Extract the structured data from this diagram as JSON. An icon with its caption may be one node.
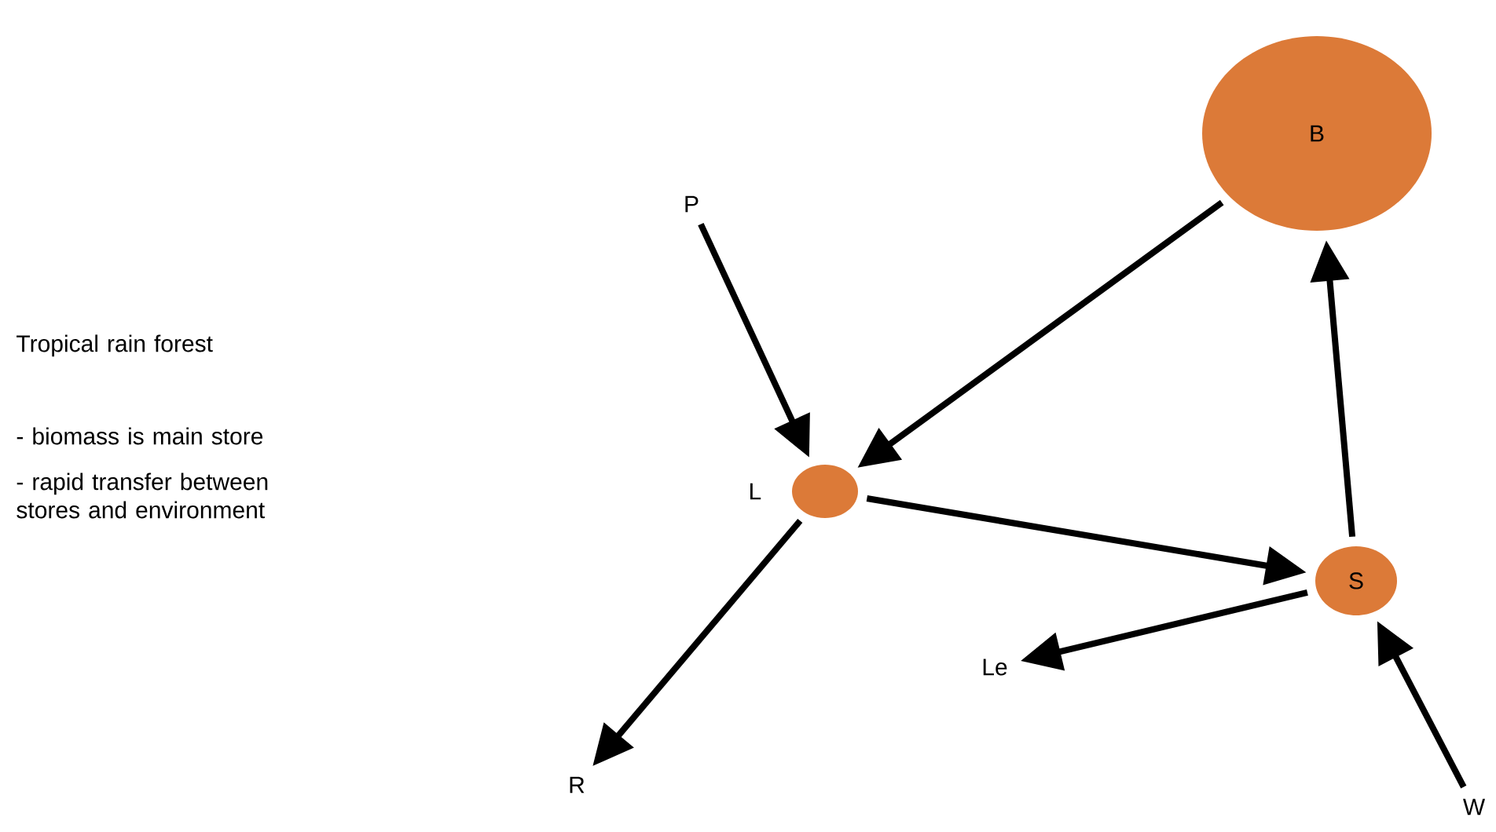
{
  "diagram": {
    "nodes": [
      {
        "text": [
          "B"
        ]
      },
      {
        "text": [],
        "shape": "circle",
        "beside": [
          "L"
        ]
      },
      {
        "text": [
          "S"
        ]
      },
      {
        "text": [
          "P"
        ]
      },
      {
        "text": [
          "R"
        ]
      },
      {
        "text": [
          "Le"
        ]
      },
      {
        "text": [
          "W"
        ]
      }
    ],
    "edges": [
      {
        "from": 3,
        "to": 1,
        "arrow": "to"
      },
      {
        "from": 0,
        "to": 1,
        "arrow": "to"
      },
      {
        "from": 1,
        "to": 2,
        "arrow": "to"
      },
      {
        "from": 2,
        "to": 0,
        "arrow": "to"
      },
      {
        "from": 1,
        "to": 4,
        "arrow": "to"
      },
      {
        "from": 2,
        "to": 5,
        "arrow": "to"
      },
      {
        "from": 6,
        "to": 2,
        "arrow": "to"
      }
    ],
    "labels": [
      "Tropical rain forest",
      "- biomass is main store",
      "- rapid transfer between stores and environment"
    ]
  }
}
